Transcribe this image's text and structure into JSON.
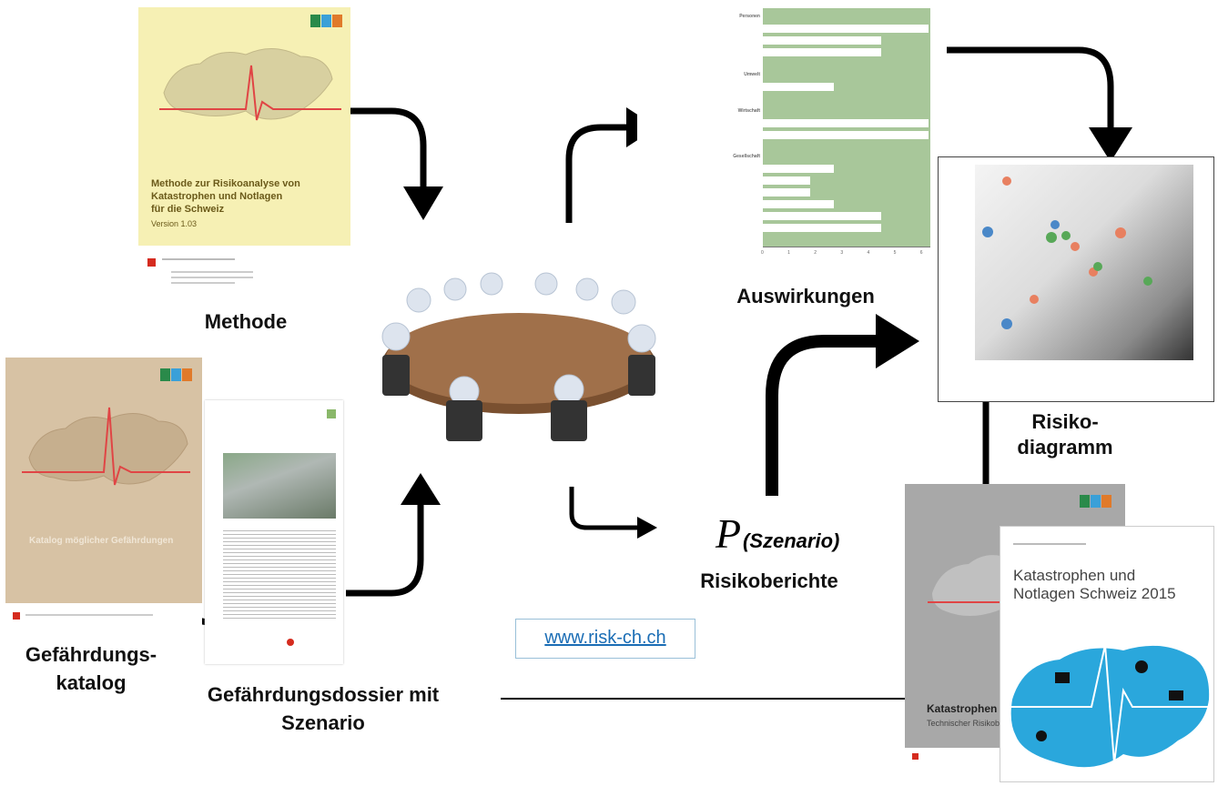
{
  "labels": {
    "methode": "Methode",
    "auswirkungen": "Auswirkungen",
    "risikodiagramm_line1": "Risiko-",
    "risikodiagramm_line2": "diagramm",
    "gefaehrdungskatalog_line1": "Gefährdungs-",
    "gefaehrdungskatalog_line2": "katalog",
    "dossier_line1": "Gefährdungsdossier mit",
    "dossier_line2": "Szenario",
    "risikoberichte": "Risikoberichte",
    "p_symbol": "P",
    "p_subscript": "(Szenario)",
    "link": "www.risk-ch.ch"
  },
  "method_cover": {
    "title_line1": "Methode zur Risikoanalyse von",
    "title_line2": "Katastrophen und Notlagen",
    "title_line3": "für die Schweiz",
    "version": "Version 1.03"
  },
  "report_cover": {
    "title_line1": "Katastrophen und",
    "title_line2": "Notlagen Schweiz 2015"
  },
  "grey_report": {
    "title": "Katastrophen",
    "subtitle": "Technischer Risikobericht"
  },
  "catalog_cover": {
    "title": "Katalog möglicher Gefährdungen"
  },
  "impacts_chart": {
    "groups": [
      "Personen",
      "Umwelt",
      "Wirtschaft",
      "Gesellschaft"
    ],
    "rows": [
      {
        "group": 0,
        "value": 7
      },
      {
        "group": 0,
        "value": 5
      },
      {
        "group": 0,
        "value": 5
      },
      {
        "group": 1,
        "value": 3
      },
      {
        "group": 2,
        "value": 7
      },
      {
        "group": 2,
        "value": 7
      },
      {
        "group": 3,
        "value": 3
      },
      {
        "group": 3,
        "value": 2
      },
      {
        "group": 3,
        "value": 2
      },
      {
        "group": 3,
        "value": 3
      },
      {
        "group": 3,
        "value": 5
      },
      {
        "group": 3,
        "value": 5
      }
    ],
    "ticks": [
      "0",
      "1",
      "2",
      "3",
      "4",
      "5",
      "6"
    ]
  },
  "colors": {
    "arrow": "#000000",
    "chart_green": "#a8c79a",
    "method_cover": "#f6f0b4",
    "catalog_cover": "#d7c2a4",
    "map_blue": "#2aa7dc",
    "link_blue": "#1a6db5"
  }
}
